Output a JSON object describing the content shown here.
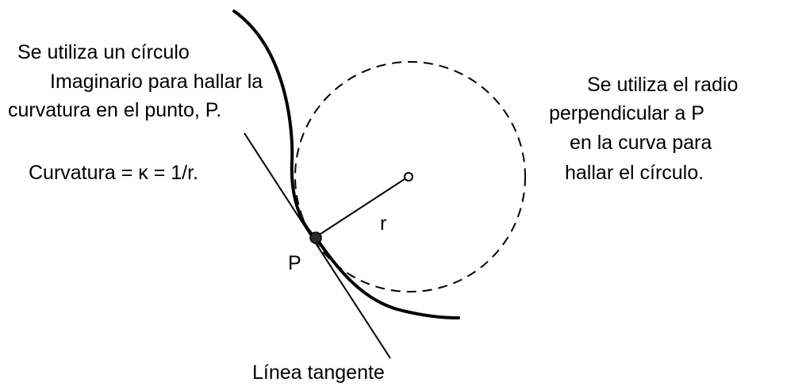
{
  "annotations": {
    "left_note": {
      "line1": "Se utiliza un círculo",
      "line2": "Imaginario para hallar la",
      "line3": "curvatura en el punto, P."
    },
    "formula": "Curvatura = κ = 1/r.",
    "right_note": {
      "line1": "Se utiliza el radio",
      "line2": "perpendicular a P",
      "line3": "en la curva para",
      "line4": "hallar el círculo."
    },
    "radius_label": "r",
    "point_label": "P",
    "tangent_label": "Línea tangente"
  },
  "colors": {
    "stroke": "#000000",
    "background": "#ffffff"
  }
}
